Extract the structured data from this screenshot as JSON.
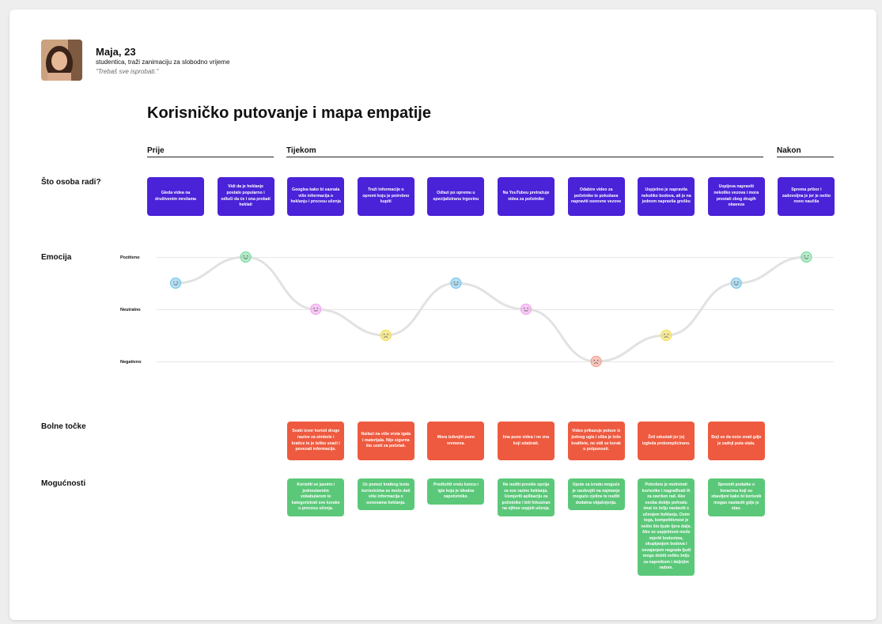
{
  "persona": {
    "name": "Maja, 23",
    "description": "studentica, traži zanimaciju za slobodno vrijeme",
    "quote": "\"Trebaš sve isprobati.\""
  },
  "title": "Korisničko putovanje i mapa empatije",
  "phases": {
    "before": "Prije",
    "during": "Tijekom",
    "after": "Nakon"
  },
  "rows": {
    "actions": "Što osoba radi?",
    "emotions": "Emocija",
    "pains": "Bolne točke",
    "opportunities": "Mogućnosti"
  },
  "levels": {
    "positive": "Pozitivno",
    "neutral": "Neutralno",
    "negative": "Negativno"
  },
  "actions": [
    "Gleda videa na društvenim mrežama",
    "Vidi da je heklanje postalo popularno i odluči da će i ona probati heklati",
    "Googlea kako bi saznala više informacija o heklanju i procesu učenja",
    "Traži informacije o opremi koju je potrebno kupiti",
    "Odlazi po opremu u specijaliziranu trgovinu",
    "Na YouTubeu pretražuje videa za početnike",
    "Odabire video za početnike te pokušava napraviti osnovne vezove",
    "Uspješno je napravila nekoliko bodova, ali je na jednom napravila grešku",
    "Uspijeva napraviti nekoliko vezova i mora prestati zbog drugih obaveza",
    "Sprema pribor i zadovoljna je jer je nešto novo naučila"
  ],
  "pains": [
    "",
    "",
    "Svaki izvor koristi druge nazive za simbole i kratice te je teško snaći i povezati informacije.",
    "Nailazi na više vrsta igala i materijala. Nije sigurna što uzeti za početak.",
    "Mora izdvojiti puno vremena.",
    "Ima puno videa i ne zna koji odabrati.",
    "Video prikazuje poteze iz jednog ugla i slika je loše kvalitete, ne vidi se korak u potpunosti.",
    "Želi odustati jer joj izgleda prekomplicirano.",
    "Boji se da neće znati gdje je zadnji puta stala.",
    ""
  ],
  "opportunities": [
    "",
    "",
    "Koristiti se jasnim i jednostavnim vokabularom te kategorizirati sve korake u procesu učenja.",
    "Uz pomoć kratkog testa korisnicima se može dati više informacija o osnovama heklanja.",
    "Predložiti vrstu konca i igle koja je idealna započetnike.",
    "Ne nuditi previše opcija za sve razine heklanja. Usmjeriti aplikaciju za početnike i biti fokusiran na njihov uspjeh učenja.",
    "Upute za izradu moguće je razdvojiti na najmanje moguće cjeline te nuditi dodatna objašnjenja.",
    "Potrebno je motivirati korisnike i nagrađivati ih za završen rad. Ako osoba dobije pohvalu imat će želju nastaviti s učenjem heklanja. Osim toga, kompetitivnost je nešto što ljude tjera dalje. Ako se uspješnost može mjeriti bodovima, skupljanjem bodova i osvajanjem nagrada ljudi mogu dobiti veliku želju za napretkom i daljnjim radom.",
    "Spremiti podatke o koracima koji su obavljeni kako bi korisnik mogao nastaviti gdje je stao.",
    ""
  ],
  "chart_data": {
    "type": "line",
    "x": [
      1,
      2,
      3,
      4,
      5,
      6,
      7,
      8,
      9,
      10
    ],
    "values": [
      1.5,
      2,
      1,
      0.5,
      1.5,
      1,
      0,
      0.5,
      1.5,
      2
    ],
    "ylim": [
      0,
      2
    ],
    "yticks": [
      "Negativno",
      "Neutralno",
      "Pozitivno"
    ],
    "grid": true,
    "colors": {
      "line": "#e2e2e2",
      "happy": "#7ec8ea",
      "very_happy": "#7ddca0",
      "neutral": "#f2a6ee",
      "sad": "#f3dd55",
      "very_sad": "#f2a090"
    }
  }
}
